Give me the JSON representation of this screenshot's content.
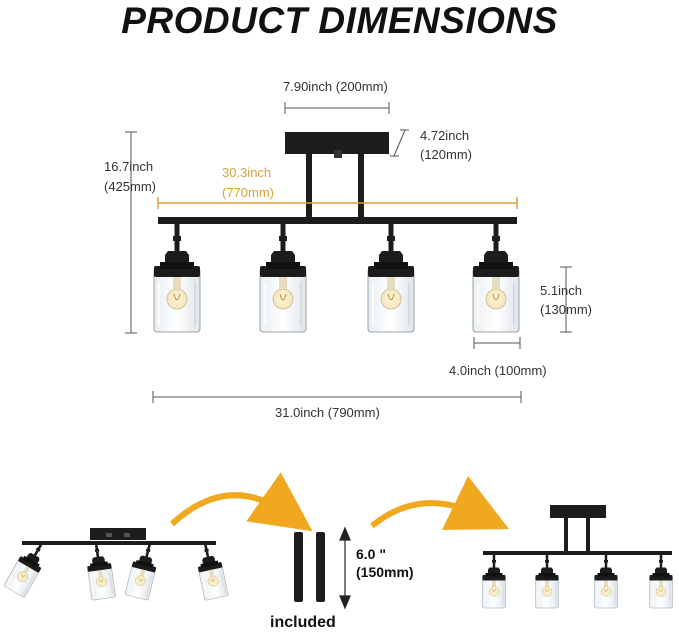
{
  "title": "PRODUCT DIMENSIONS",
  "colors": {
    "accent": "#d8a23a",
    "fixture": "#1c1c1c",
    "arrow": "#f0a81e",
    "dim_line": "#555555"
  },
  "dimensions": {
    "canopy_width": "7.90inch (200mm)",
    "canopy_depth_value": "4.72inch",
    "canopy_depth_mm": "(120mm)",
    "overall_height_value": "16.7inch",
    "overall_height_mm": "(425mm)",
    "bar_length_value": "30.3inch",
    "bar_length_mm": "(770mm)",
    "shade_height_value": "5.1inch",
    "shade_height_mm": "(130mm)",
    "shade_width": "4.0inch (100mm)",
    "overall_width": "31.0inch (790mm)"
  },
  "extension": {
    "rod_length_value": "6.0 \"",
    "rod_length_mm": "(150mm)",
    "included_label": "included"
  }
}
